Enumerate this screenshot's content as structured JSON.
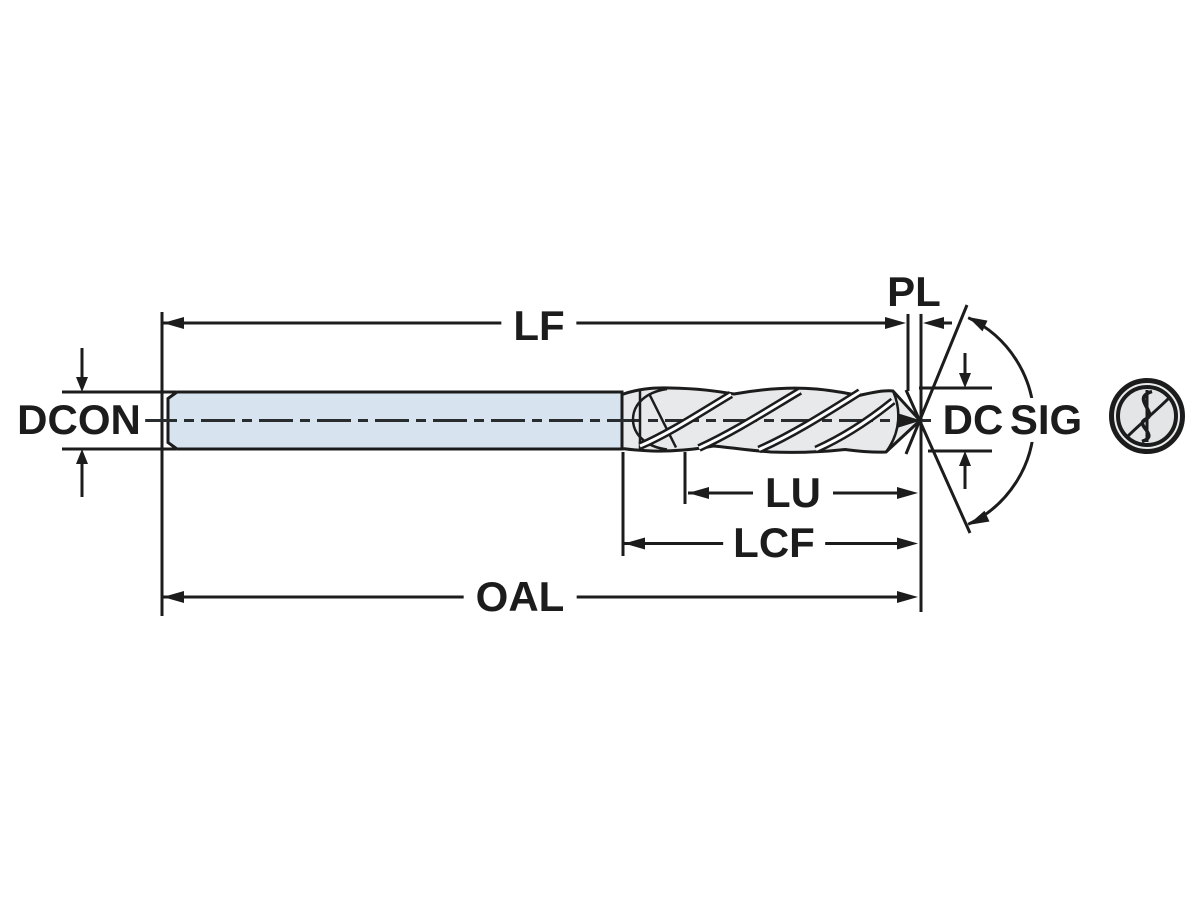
{
  "diagram": {
    "type": "technical-dimension-drawing",
    "subject": "twist drill side view with point-angle detail and end view",
    "labels": {
      "dcon": "DCON",
      "lf": "LF",
      "pl": "PL",
      "dc": "DC",
      "sig": "SIG",
      "lu": "LU",
      "lcf": "LCF",
      "oal": "OAL"
    },
    "colors": {
      "background": "#ffffff",
      "shank_fill": "#d7e4ef",
      "flute_fill": "#e7e9eb",
      "line": "#1c1c1c"
    }
  }
}
